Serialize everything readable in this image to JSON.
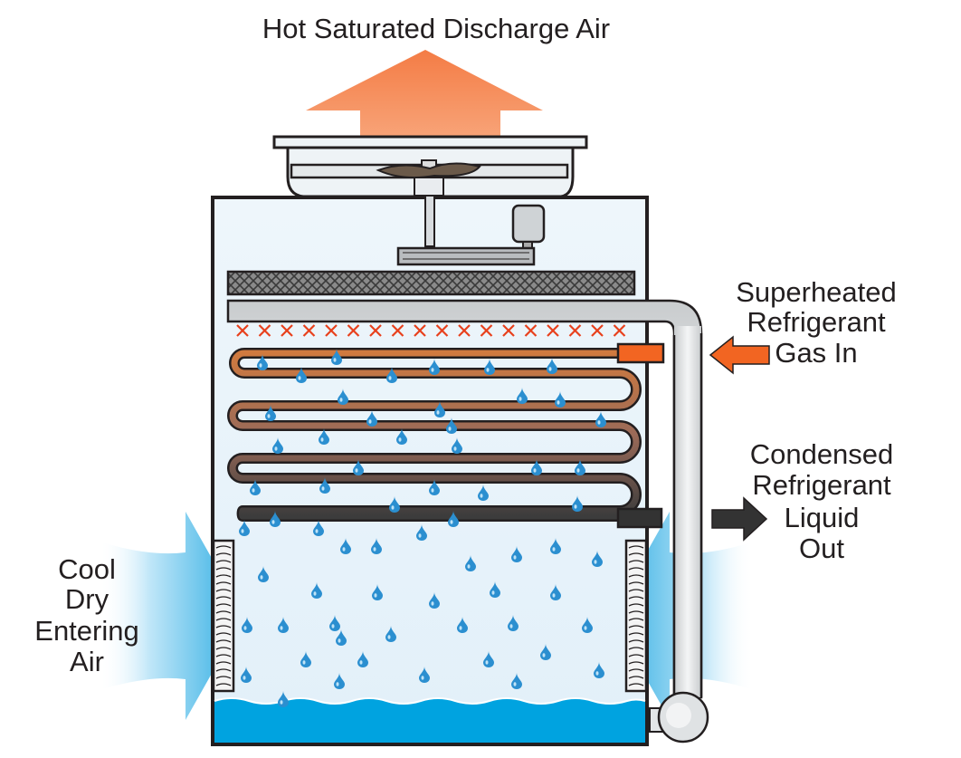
{
  "labels": {
    "discharge": "Hot Saturated Discharge Air",
    "gas_in": [
      "Superheated",
      "Refrigerant",
      "Gas In"
    ],
    "liquid_out": [
      "Condensed",
      "Refrigerant",
      "Liquid",
      "Out"
    ],
    "entering_air": [
      "Cool",
      "Dry",
      "Entering",
      "Air"
    ]
  },
  "colors": {
    "hot_air": "#f58c57",
    "cool_air": "#29abe2",
    "water": "#00a3e0",
    "water_drop": "#2b8fd0",
    "coil_hot": "#c8703a",
    "coil_cold": "#3a3a3a",
    "gas_arrow": "#f26522",
    "liquid_arrow": "#333333",
    "spray": "#e8401c",
    "casing": "#e9f3fa"
  },
  "icons": {
    "fan": "fan-icon",
    "motor": "motor-icon",
    "drift_eliminator": "drift-eliminator-icon",
    "spray_nozzles": "spray-nozzle-icon",
    "water_droplet": "water-drop-icon"
  }
}
